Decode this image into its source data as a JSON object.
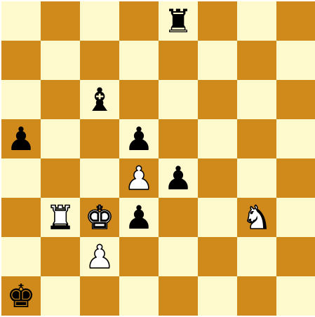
{
  "board": {
    "colors": {
      "light": "#fffacd",
      "dark": "#d08a1c"
    },
    "rows": [
      [
        null,
        null,
        null,
        null,
        {
          "color": "black",
          "type": "rook",
          "glyph": "♜"
        },
        null,
        null,
        null
      ],
      [
        null,
        null,
        null,
        null,
        null,
        null,
        null,
        null
      ],
      [
        null,
        null,
        {
          "color": "black",
          "type": "bishop",
          "glyph": "♝"
        },
        null,
        null,
        null,
        null,
        null
      ],
      [
        {
          "color": "black",
          "type": "pawn",
          "glyph": "♟"
        },
        null,
        null,
        {
          "color": "black",
          "type": "pawn",
          "glyph": "♟"
        },
        null,
        null,
        null,
        null
      ],
      [
        null,
        null,
        null,
        {
          "color": "white",
          "type": "pawn",
          "glyph": "♟"
        },
        {
          "color": "black",
          "type": "pawn",
          "glyph": "♟"
        },
        null,
        null,
        null
      ],
      [
        null,
        {
          "color": "white",
          "type": "rook",
          "glyph": "♜"
        },
        {
          "color": "white",
          "type": "king",
          "glyph": "♚"
        },
        {
          "color": "black",
          "type": "pawn",
          "glyph": "♟"
        },
        null,
        null,
        {
          "color": "white",
          "type": "knight",
          "glyph": "♞"
        },
        null
      ],
      [
        null,
        null,
        {
          "color": "white",
          "type": "pawn",
          "glyph": "♟"
        },
        null,
        null,
        null,
        null,
        null
      ],
      [
        {
          "color": "black",
          "type": "king",
          "glyph": "♚"
        },
        null,
        null,
        null,
        null,
        null,
        null,
        null
      ]
    ]
  }
}
